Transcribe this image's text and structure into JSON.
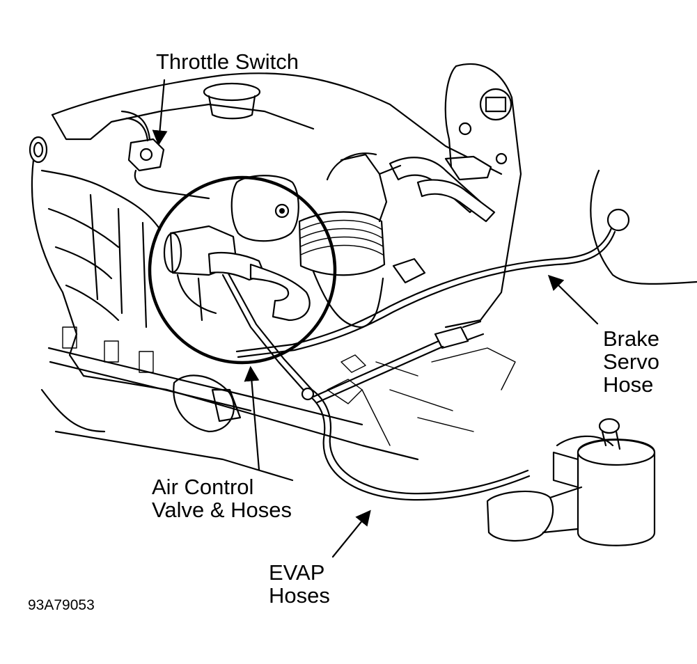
{
  "labels": {
    "throttle_switch": "Throttle Switch",
    "brake_servo_hose": [
      "Brake",
      "Servo",
      "Hose"
    ],
    "air_control_valve": [
      "Air Control",
      "Valve & Hoses"
    ],
    "evap_hoses": [
      "EVAP",
      "Hoses"
    ]
  },
  "figure_id": "93A79053"
}
